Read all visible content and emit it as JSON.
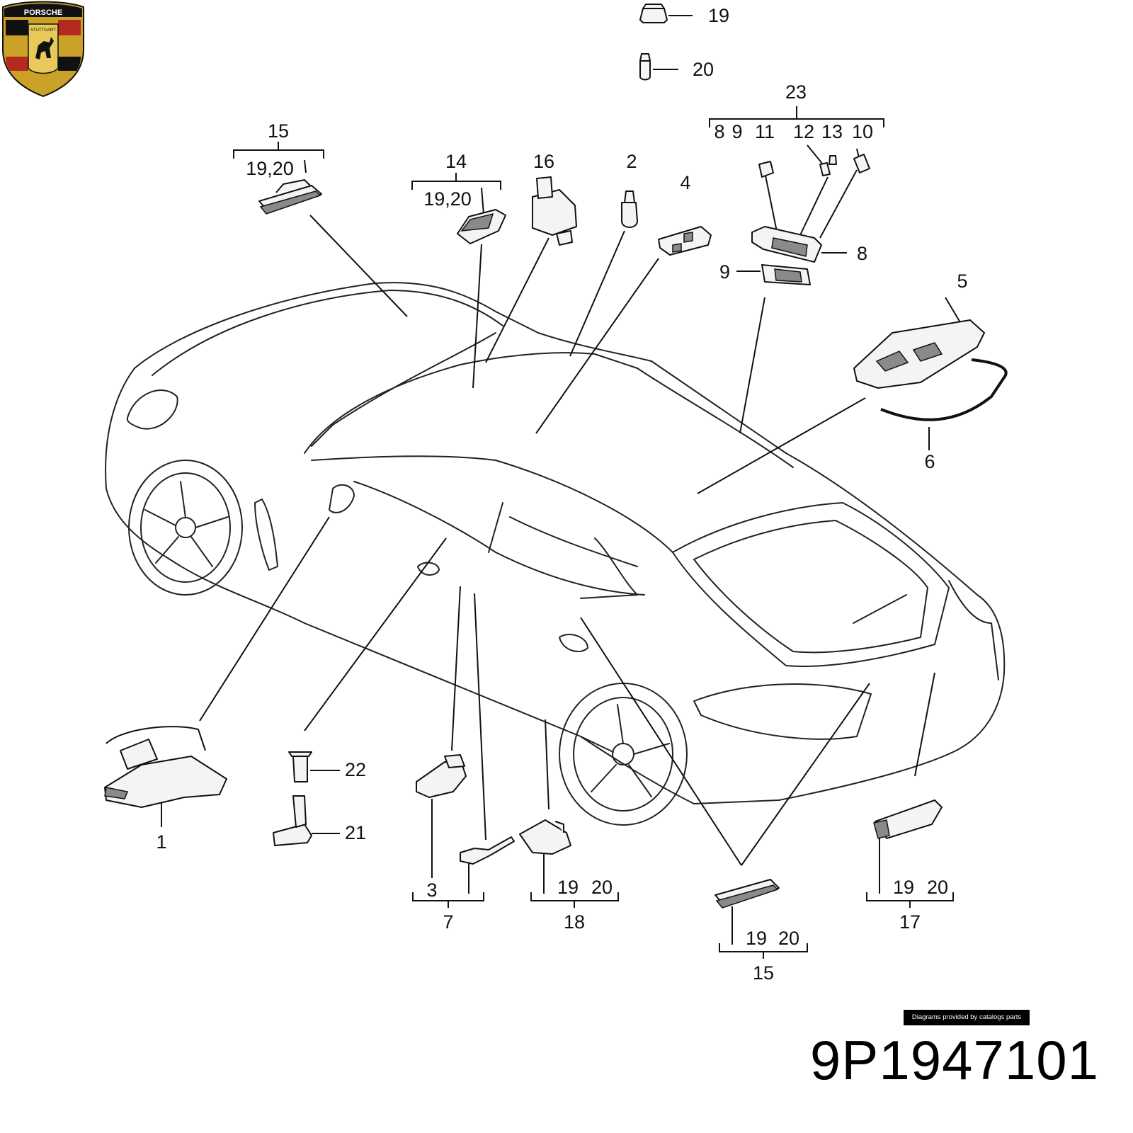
{
  "part_number": "9P1947101",
  "credit": "Diagrams provided by catalogs parts",
  "logo": {
    "brand": "PORSCHE",
    "city": "STUTTGART",
    "colors": {
      "red": "#b42a1f",
      "gold": "#c9a227",
      "black": "#111111"
    }
  },
  "callouts": {
    "c1": "1",
    "c2": "2",
    "c3": "3",
    "c4": "4",
    "c5": "5",
    "c6": "6",
    "c7": "7",
    "c8": "8",
    "c9": "9",
    "c14": "14",
    "c15_top": "15",
    "c15_top_sub": "19,20",
    "c14_sub": "19,20",
    "c16": "16",
    "c17": "17",
    "c18": "18",
    "c19_top": "19",
    "c20_top": "20",
    "c21": "21",
    "c22": "22",
    "c23": "23",
    "c23_8": "8",
    "c23_9": "9",
    "c23_11": "11",
    "c23_12": "12",
    "c23_13": "13",
    "c23_10": "10",
    "c15_bot": "15",
    "c15_bot_19": "19",
    "c15_bot_20": "20",
    "c17_19": "19",
    "c17_20": "20",
    "c18_19": "19",
    "c18_20": "20"
  }
}
